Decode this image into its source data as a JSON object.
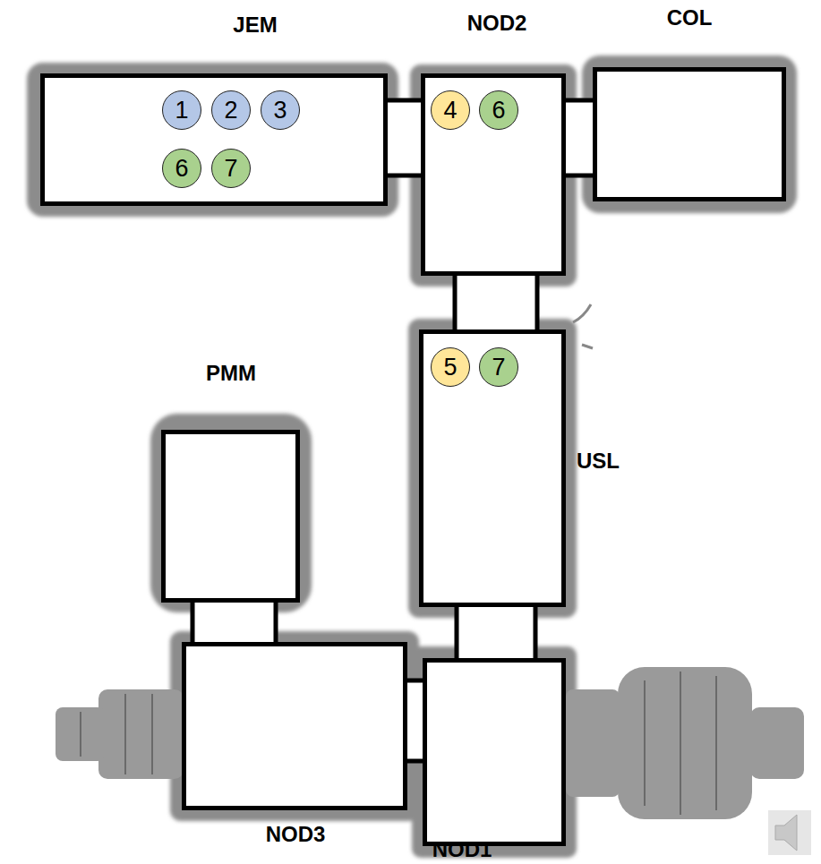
{
  "diagram": {
    "nodes": [
      {
        "text": [
          "JEM"
        ]
      },
      {
        "text": [
          "1"
        ],
        "in": 0
      },
      {
        "text": [
          "2"
        ],
        "in": 0
      },
      {
        "text": [
          "3"
        ],
        "in": 0
      },
      {
        "text": [
          "6"
        ],
        "in": 0
      },
      {
        "text": [
          "7"
        ],
        "in": 0
      },
      {
        "text": [
          "NOD2"
        ]
      },
      {
        "text": [
          "4"
        ],
        "in": 6
      },
      {
        "text": [
          "6"
        ],
        "in": 6
      },
      {
        "text": [
          "COL"
        ]
      },
      {
        "text": [
          "PMM"
        ]
      },
      {
        "text": [
          "USL"
        ]
      },
      {
        "text": [
          "5"
        ],
        "in": 11
      },
      {
        "text": [
          "7"
        ],
        "in": 11
      },
      {
        "text": [
          "NOD3"
        ]
      },
      {
        "text": [
          "NOD1"
        ]
      }
    ],
    "edges": [
      {
        "from": 0,
        "to": 6,
        "arrow": "none"
      },
      {
        "from": 6,
        "to": 9,
        "arrow": "none"
      },
      {
        "from": 6,
        "to": 11,
        "arrow": "none"
      },
      {
        "from": 11,
        "to": 15,
        "arrow": "none"
      },
      {
        "from": 14,
        "to": 15,
        "arrow": "none"
      },
      {
        "from": 10,
        "to": 14,
        "arrow": "none"
      }
    ]
  }
}
